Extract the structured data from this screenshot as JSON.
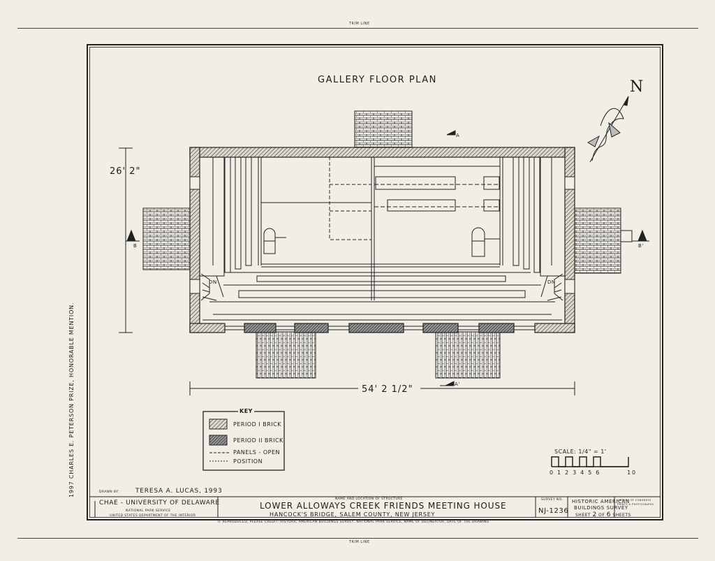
{
  "sheet": {
    "trim_line_top": "TRIM LINE",
    "trim_line_bottom": "TRIM LINE",
    "title": "GALLERY FLOOR PLAN",
    "north_label": "N",
    "prize_text": "1997 CHARLES E. PETERSON PRIZE, HONORABLE MENTION.",
    "dim_vertical": "26' 2\"",
    "dim_horizontal": "54' 2 1/2\""
  },
  "plan_labels": {
    "section_a_top": "A",
    "section_a_bottom": "A'",
    "section_b_left": "B",
    "section_b_right": "B'",
    "stair_left": "DN",
    "stair_right": "DN"
  },
  "key": {
    "title": "KEY",
    "items": [
      {
        "label": "PERIOD I BRICK"
      },
      {
        "label": "PERIOD II BRICK"
      },
      {
        "label": "PANELS - OPEN"
      },
      {
        "label": "POSITION"
      }
    ]
  },
  "scale": {
    "label": "SCALE: 1/4\" = 1'",
    "numbers": "0 1 2 3 4 5 6         10"
  },
  "title_block": {
    "drawn_by_prefix": "DRAWN BY:",
    "drawn_by": "TERESA A. LUCAS, 1993",
    "org": "CHAE - UNIVERSITY OF DELAWARE",
    "agency1": "NATIONAL PARK SERVICE",
    "agency2": "UNITED STATES DEPARTMENT OF THE INTERIOR",
    "name_caption": "NAME AND LOCATION OF STRUCTURE",
    "structure_name": "LOWER ALLOWAYS CREEK FRIENDS MEETING HOUSE",
    "location": "HANCOCK'S BRIDGE, SALEM COUNTY, NEW JERSEY",
    "survey_caption": "SURVEY NO.",
    "survey_no": "NJ-1236",
    "habs1": "HISTORIC AMERICAN",
    "habs2": "BUILDINGS SURVEY",
    "sheet_prefix": "SHEET",
    "sheet_num": "2",
    "sheet_of": "OF",
    "sheet_total": "6",
    "sheet_suffix": "SHEETS",
    "library_caption": "LIBRARY OF CONGRESS PRINTS & PHOTOGRAPHS",
    "credit_line": "IF REPRODUCED, PLEASE CREDIT: HISTORIC AMERICAN BUILDINGS SURVEY, NATIONAL PARK SERVICE, NAME OF DELINEATOR, DATE OF THE DRAWING"
  }
}
